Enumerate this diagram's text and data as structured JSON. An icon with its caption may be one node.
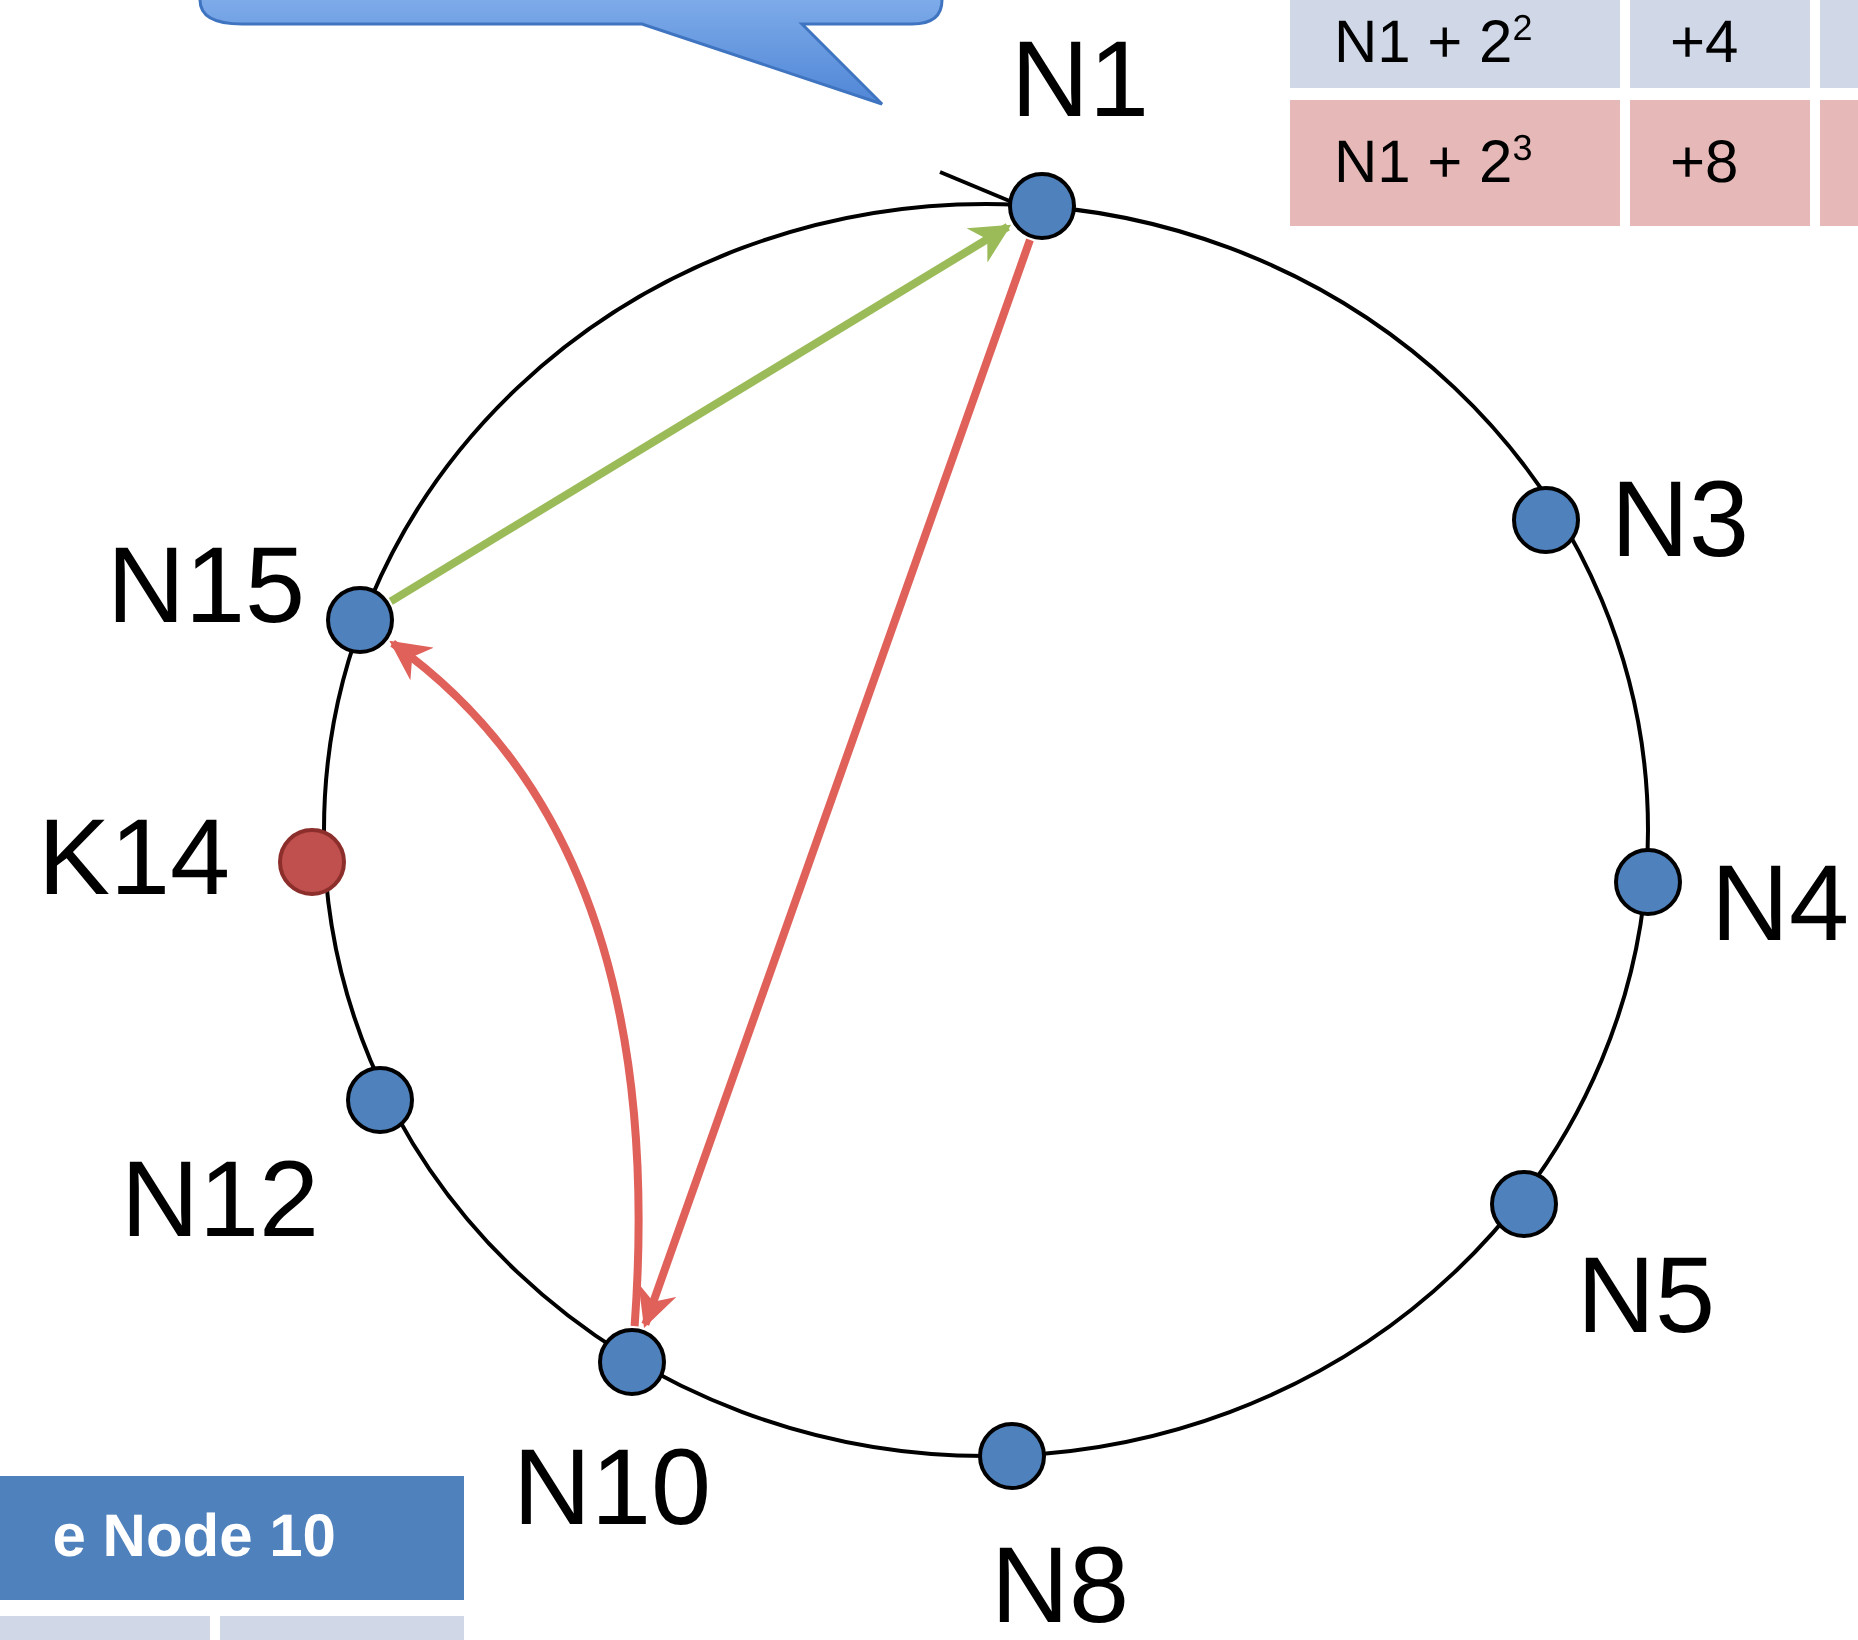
{
  "diagram": {
    "nodes": [
      {
        "text": [
          "N1"
        ]
      },
      {
        "text": [
          "N3"
        ]
      },
      {
        "text": [
          "N4"
        ]
      },
      {
        "text": [
          "N5"
        ]
      },
      {
        "text": [
          "N8"
        ]
      },
      {
        "text": [
          "N10"
        ]
      },
      {
        "text": [
          "N12"
        ]
      },
      {
        "text": [
          "K14"
        ]
      },
      {
        "text": [
          "N15"
        ]
      },
      {
        "text": [],
        "shape": "callout"
      }
    ],
    "edges": [
      {
        "from": 8,
        "to": 0,
        "arrow": "to",
        "color": "#9bbb59"
      },
      {
        "from": 0,
        "to": 5,
        "arrow": "to",
        "color": "#e0605a"
      },
      {
        "from": 5,
        "to": 8,
        "arrow": "to",
        "color": "#e0605a"
      }
    ],
    "labels": [
      "N1 + 2$^{2}$",
      "+4",
      "N1 + 2$^{3}$",
      "+8",
      "e Node 10"
    ]
  }
}
